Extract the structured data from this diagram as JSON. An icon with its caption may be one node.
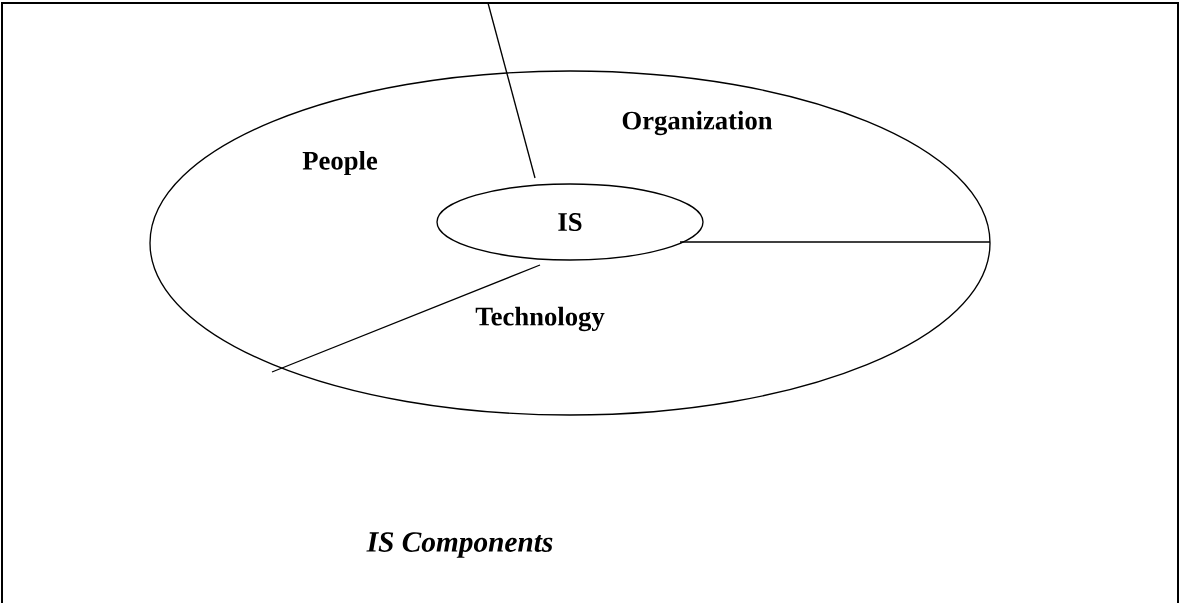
{
  "diagram": {
    "caption": "IS Components",
    "nodes": [
      {
        "text": [],
        "shape": "ellipse"
      },
      {
        "text": [
          "Organization"
        ],
        "in": 0
      },
      {
        "text": [
          "People"
        ],
        "in": 0
      },
      {
        "text": [
          "IS"
        ],
        "in": 0
      },
      {
        "text": [
          "Technology"
        ],
        "in": 0
      }
    ]
  }
}
